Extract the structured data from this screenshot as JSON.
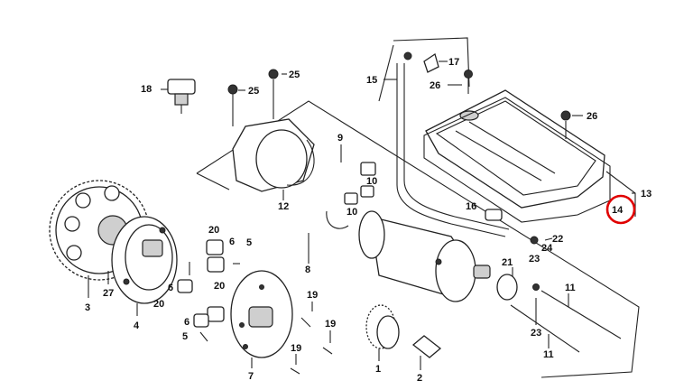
{
  "diagram": {
    "highlight_color": "#e00000",
    "highlighted_label": "14",
    "callouts": {
      "c1": "1",
      "c2": "2",
      "c3": "3",
      "c4": "4",
      "c5a": "5",
      "c5b": "5",
      "c6a": "6",
      "c6b": "6",
      "c7": "7",
      "c8": "8",
      "c9": "9",
      "c10a": "10",
      "c10b": "10",
      "c11a": "11",
      "c11b": "11",
      "c12": "12",
      "c13": "13",
      "c14": "14",
      "c15": "15",
      "c16": "16",
      "c17": "17",
      "c18": "18",
      "c19a": "19",
      "c19b": "19",
      "c19c": "19",
      "c20a": "20",
      "c20b": "20",
      "c20c": "20",
      "c21": "21",
      "c22": "22",
      "c23a": "23",
      "c23b": "23",
      "c24": "24",
      "c25a": "25",
      "c25b": "25",
      "c26a": "26",
      "c26b": "26",
      "c27": "27"
    }
  }
}
